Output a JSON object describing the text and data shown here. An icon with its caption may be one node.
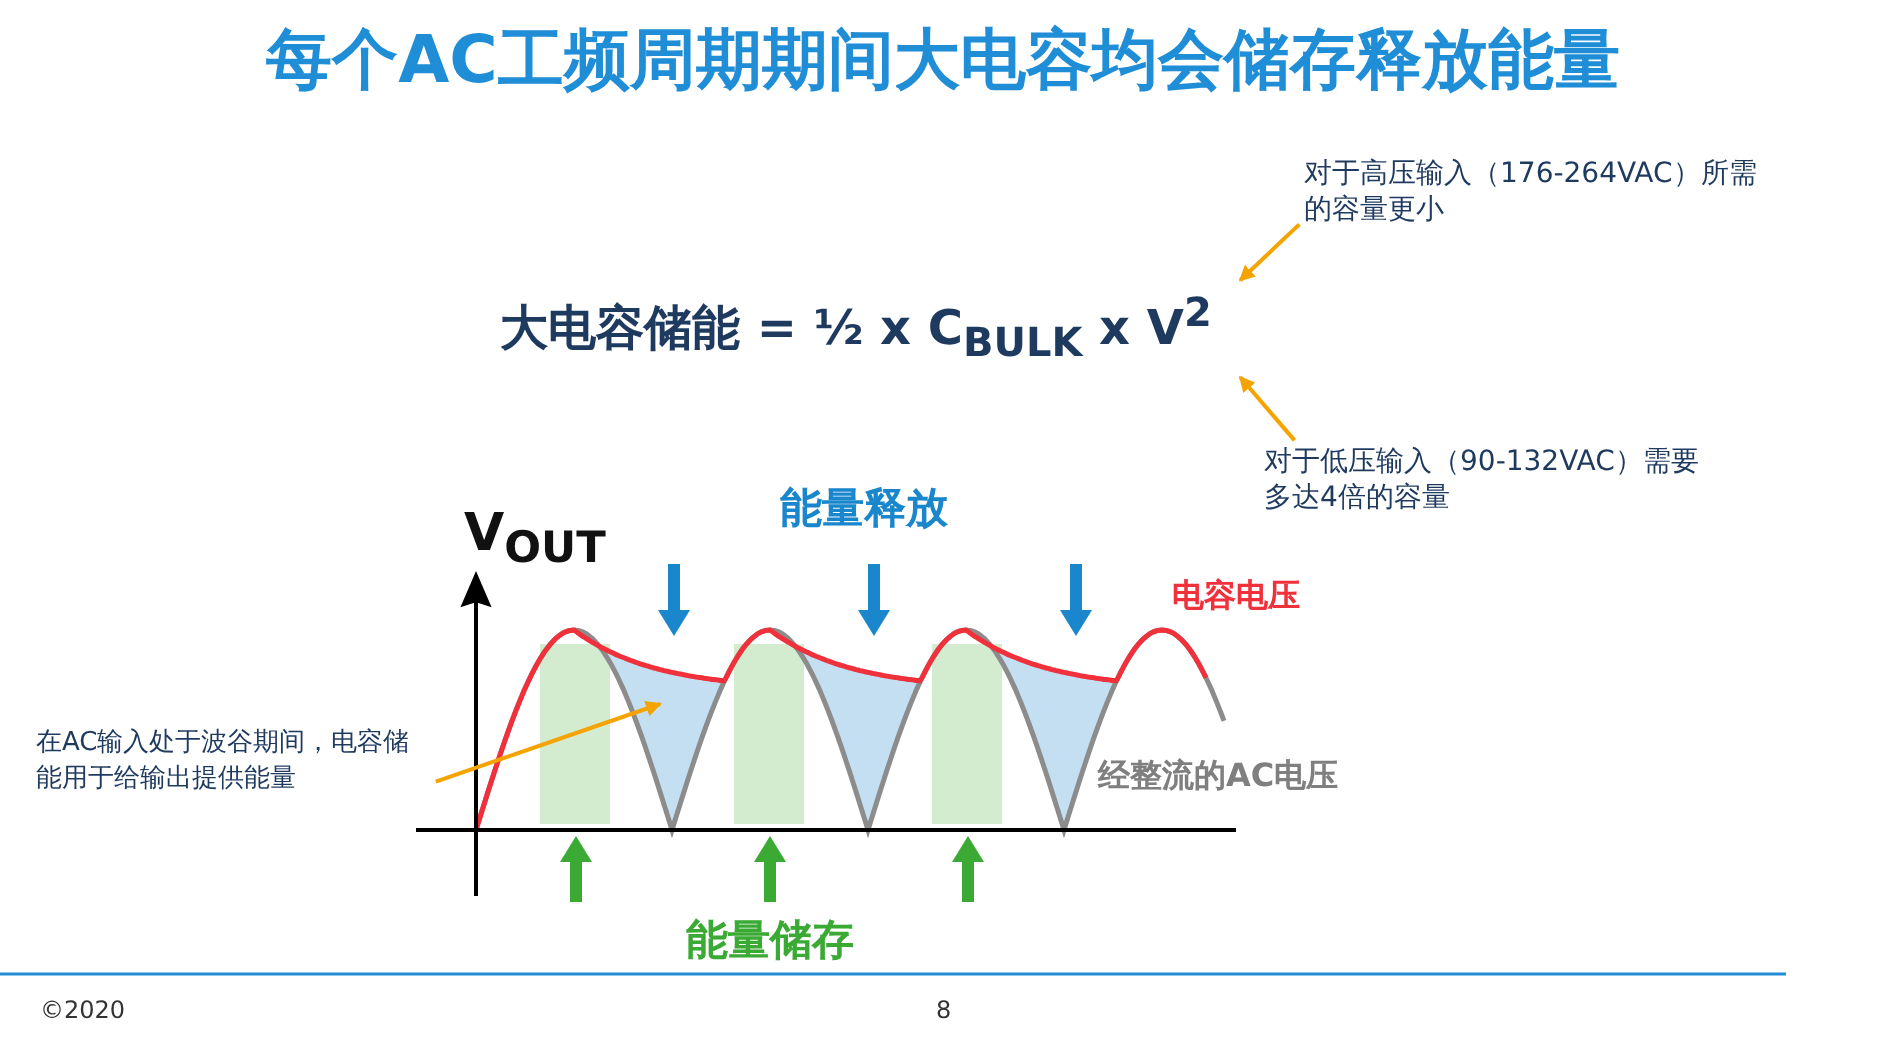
{
  "diagram": {
    "title": "每个AC工频周期期间大电容均会储存释放能量",
    "nodes": [
      {
        "text": [
          "大电容储能 = ½ x C$_{BULK}$ x V$^{2}$"
        ]
      },
      {
        "text": [
          "对于高压输入（176-264VAC）所需的容量更小"
        ]
      },
      {
        "text": [
          "对于低压输入（90-132VAC）需要多达4倍的容量"
        ]
      },
      {
        "text": [
          "在AC输入处于波谷期间，电容储能用于给输出提供能量"
        ]
      }
    ],
    "edges": [
      {
        "from": 1,
        "to": 0,
        "arrow": "to"
      },
      {
        "from": 2,
        "to": 0,
        "arrow": "to"
      },
      {
        "from": 3,
        "to": null,
        "arrow": "to"
      }
    ],
    "labels": [
      "能量释放",
      "V$_{OUT}$",
      "电容电压",
      "经整流的AC电压",
      "能量储存",
      "©2020",
      "8"
    ]
  }
}
